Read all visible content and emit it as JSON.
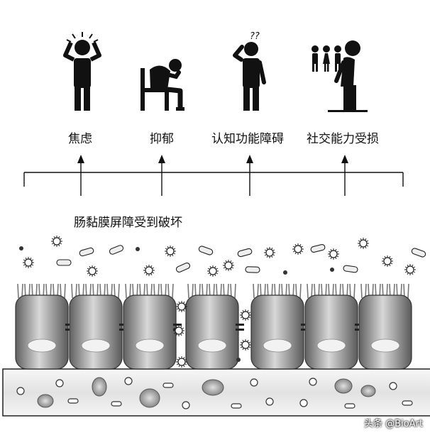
{
  "symptoms": [
    {
      "label": "焦虑",
      "icon": "anxious-person-icon"
    },
    {
      "label": "抑郁",
      "icon": "depressed-sitting-person-icon"
    },
    {
      "label": "认知功能障碍",
      "icon": "confused-person-icon"
    },
    {
      "label": "社交能力受损",
      "icon": "isolated-person-icon"
    }
  ],
  "confusion_mark": "??",
  "cause_label": "肠黏膜屏障受到破坏",
  "watermark": "头条 @BioArt",
  "colors": {
    "cell_light": "#d6d6d6",
    "cell_dark": "#5a5a5a",
    "vessel": "#e9e9e9",
    "ink": "#111111"
  }
}
